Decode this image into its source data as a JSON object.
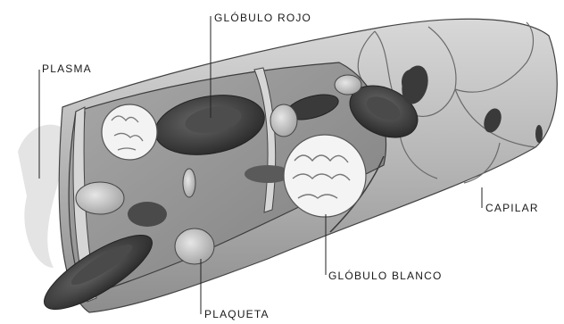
{
  "labels": {
    "globulo_rojo": "GLÓBULO ROJO",
    "plasma": "PLASMA",
    "capilar": "CAPILAR",
    "globulo_blanco": "GLÓBULO BLANCO",
    "plaqueta": "PLAQUETA"
  },
  "colors": {
    "vessel_light": "#c9c9c9",
    "vessel_mid": "#9a9a9a",
    "vessel_dark": "#555555",
    "red_cell": "#3c3c3c",
    "plasma_haze": "#e2e2e2",
    "white_cell": "#f2f2f2"
  }
}
